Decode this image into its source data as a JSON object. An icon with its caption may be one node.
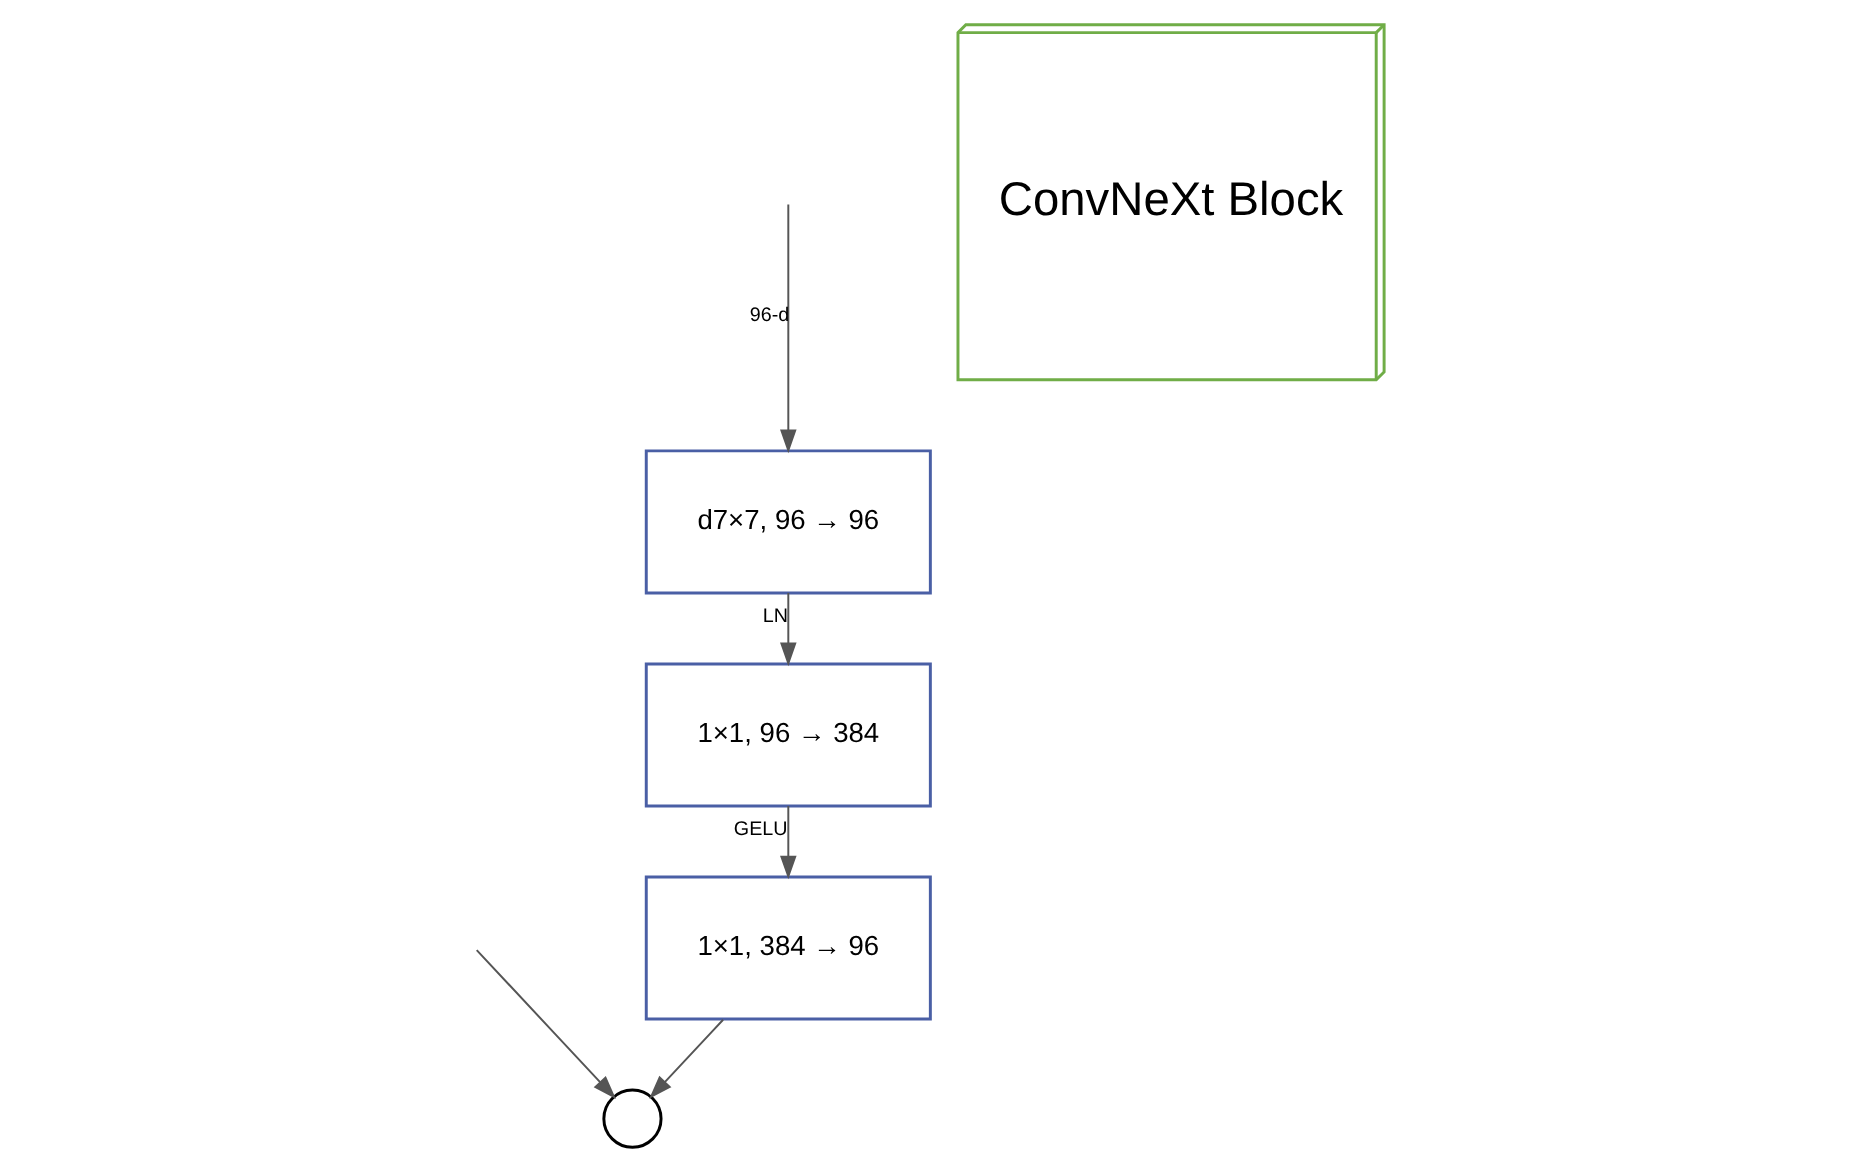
{
  "diagram": {
    "nodes": [
      {
        "text": [
          "d7×7, 96 → 96"
        ]
      },
      {
        "text": [
          "1×1, 96 → 384"
        ]
      },
      {
        "text": [
          "1×1, 384 → 96"
        ]
      },
      {
        "text": [],
        "shape": "circle"
      },
      {
        "text": [
          "ConvNeXt Block"
        ]
      }
    ],
    "edges": [
      {
        "from": null,
        "to": 0,
        "arrow": "to",
        "label": "96-d"
      },
      {
        "from": 0,
        "to": 1,
        "arrow": "to",
        "label": "LN"
      },
      {
        "from": 1,
        "to": 2,
        "arrow": "to",
        "label": "GELU"
      },
      {
        "from": 2,
        "to": 3,
        "arrow": "to"
      },
      {
        "from": null,
        "to": 3,
        "arrow": "to"
      }
    ]
  }
}
